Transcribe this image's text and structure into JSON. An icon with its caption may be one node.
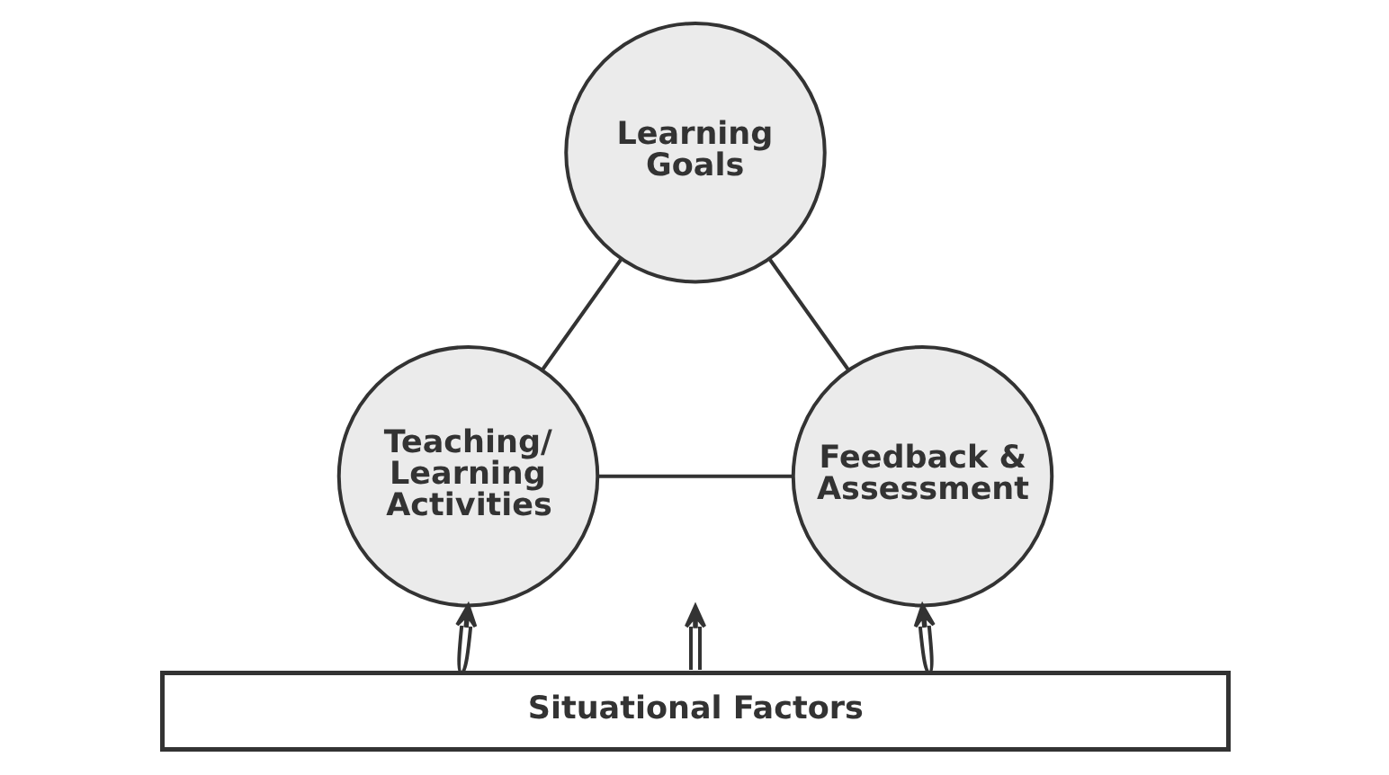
{
  "diagram": {
    "nodes": [
      {
        "text": [
          "Learning Goals"
        ]
      },
      {
        "text": [
          "Teaching/ Learning Activities"
        ]
      },
      {
        "text": [
          "Feedback & Assessment"
        ]
      },
      {
        "text": [
          "Situational Factors"
        ]
      }
    ],
    "edges": [
      {
        "from": 1,
        "to": 0,
        "arrow": "none"
      },
      {
        "from": 2,
        "to": 0,
        "arrow": "none"
      },
      {
        "from": 1,
        "to": 2,
        "arrow": "none"
      },
      {
        "from": 3,
        "to": 1,
        "arrow": "to"
      },
      {
        "from": 3,
        "to": null,
        "arrow": "to"
      },
      {
        "from": 3,
        "to": 2,
        "arrow": "to"
      }
    ]
  }
}
